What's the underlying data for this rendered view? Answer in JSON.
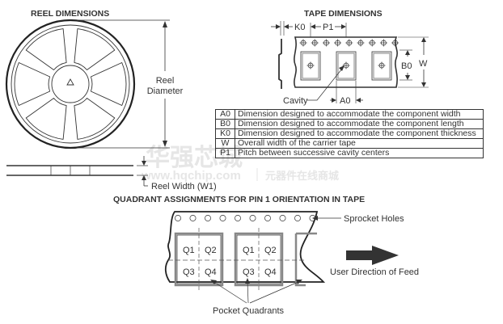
{
  "reel": {
    "title": "REEL DIMENSIONS",
    "diameter_label_line1": "Reel",
    "diameter_label_line2": "Diameter",
    "width_label": "Reel Width (W1)"
  },
  "tape": {
    "title": "TAPE DIMENSIONS",
    "k0_label": "K0",
    "p1_label": "P1",
    "b0_label": "B0",
    "w_label": "W",
    "a0_label": "A0",
    "cavity_label": "Cavity"
  },
  "legend": {
    "rows": [
      {
        "code": "A0",
        "desc": "Dimension designed to accommodate the component width"
      },
      {
        "code": "B0",
        "desc": "Dimension designed to accommodate the component length"
      },
      {
        "code": "K0",
        "desc": "Dimension designed to accommodate the component thickness"
      },
      {
        "code": "W",
        "desc": "Overall width of the carrier tape"
      },
      {
        "code": "P1",
        "desc": "Pitch between successive cavity centers"
      }
    ]
  },
  "quadrant": {
    "title": "QUADRANT ASSIGNMENTS FOR PIN 1 ORIENTATION IN TAPE",
    "sprocket_label": "Sprocket Holes",
    "feed_label": "User Direction of Feed",
    "pocket_label": "Pocket Quadrants",
    "q1": "Q1",
    "q2": "Q2",
    "q3": "Q3",
    "q4": "Q4"
  },
  "watermark": {
    "cn_text": "华强芯城",
    "url_text": "www.hqchip.com",
    "cn_sub": "元器件在线商城"
  }
}
